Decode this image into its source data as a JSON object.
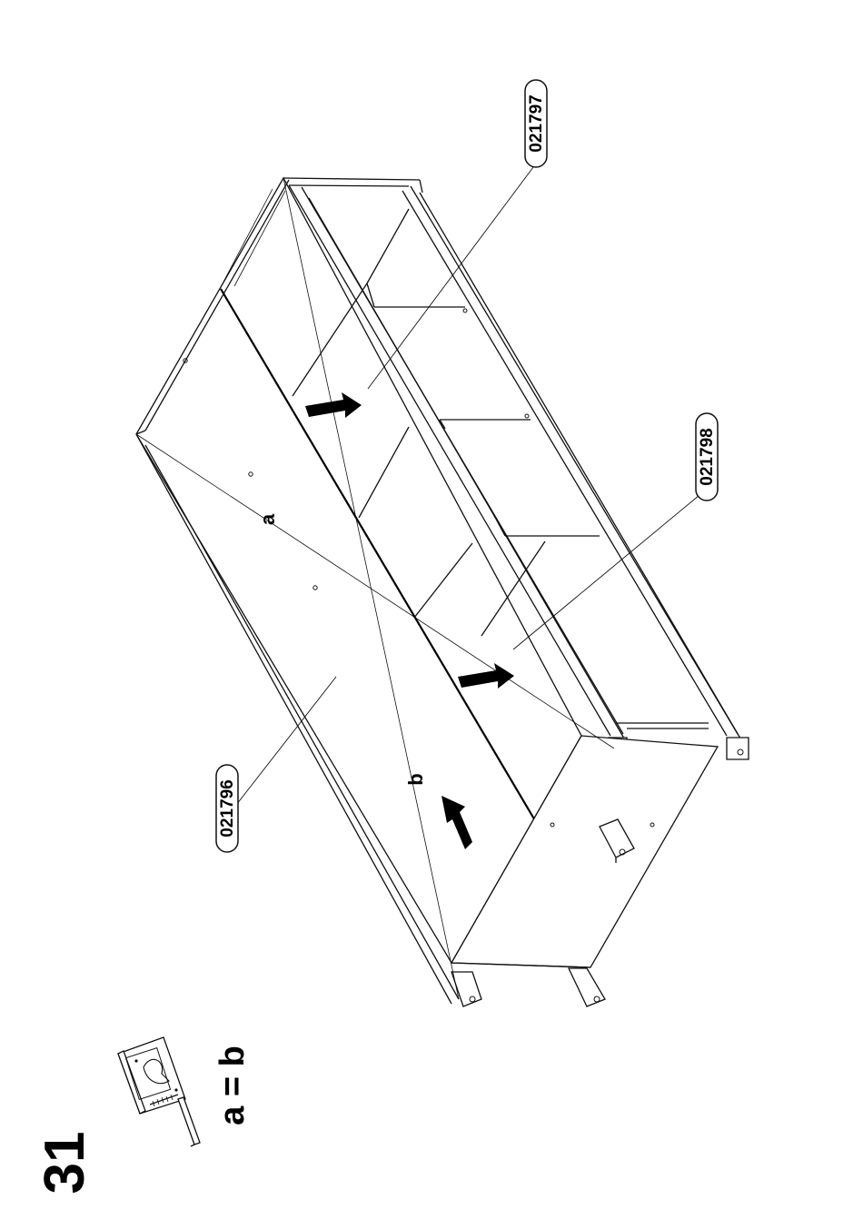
{
  "step": {
    "number": "31",
    "equation": "a = b"
  },
  "parts": [
    {
      "id": "021796"
    },
    {
      "id": "021797"
    },
    {
      "id": "021798"
    }
  ],
  "diagonals": {
    "a_label": "a",
    "b_label": "b"
  },
  "tool": {
    "icon": "tape-measure-icon"
  }
}
